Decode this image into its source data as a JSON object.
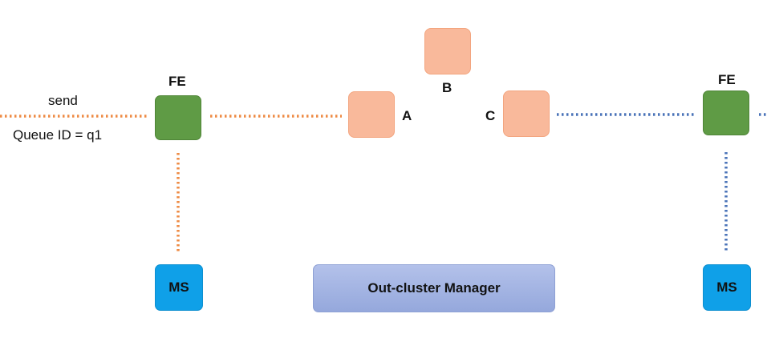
{
  "left_cluster": {
    "fe_label": "FE",
    "ms_label": "MS",
    "message_label": "send",
    "queue_label": "Queue ID = q1"
  },
  "servers": {
    "a_label": "A",
    "b_label": "B",
    "c_label": "C"
  },
  "manager": {
    "label": "Out-cluster Manager"
  },
  "right_cluster": {
    "fe_label": "FE",
    "ms_label": "MS"
  },
  "colors": {
    "left_link": "#ee8b45",
    "right_link": "#4a73b8",
    "fe": "#5f9b45",
    "server": "#f9b99b",
    "ms": "#0fa0e8",
    "manager": "#a3b3e3"
  }
}
